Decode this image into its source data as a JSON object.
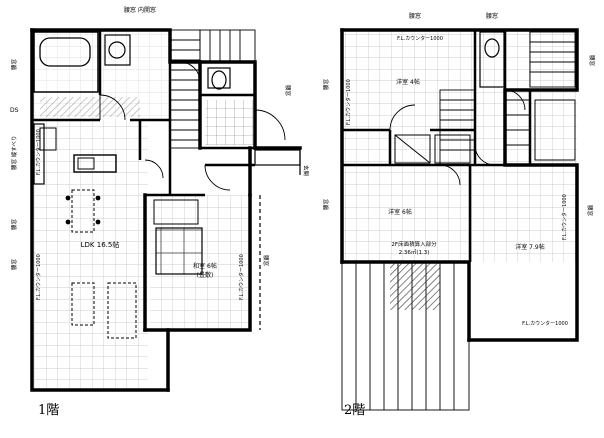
{
  "floor1": {
    "title": "1階",
    "rooms": {
      "ldk": "LDK 16.5帖",
      "washitsu": "和室 6帖",
      "washitsu_sub": "(畳敷)"
    },
    "notes": {
      "top_window": "腰窓 内開窓",
      "left_ds": "DS",
      "left_w1": "腰窓",
      "left_w2": "腰窓 縦すべり",
      "left_w3": "腰窓",
      "left_w4": "腰窓",
      "fl_1": "F.L.カウンター1000",
      "fl_2": "F.L.カウンター1000",
      "fl_3": "F.L.カウンター1000",
      "right_w1": "腰窓",
      "right_w2": "腰窓",
      "entrance": "玄関"
    }
  },
  "floor2": {
    "title": "2階",
    "rooms": {
      "room_top": "洋室 4帖",
      "room_mid": "洋室 6帖",
      "room_right": "洋室 7.9帖",
      "ceiling_note": "2F床面積算入部分",
      "ceiling_area": "2.36㎡(1.3)"
    },
    "notes": {
      "top_w1": "腰窓",
      "top_w2": "腰窓",
      "fl_top": "F.L.カウンター1000",
      "fl_left": "F.L.カウンター1000",
      "fl_right": "F.L.カウンター1000",
      "fl_bottom": "F.L.カウンター1000",
      "left_w1": "腰窓",
      "left_w2": "腰窓",
      "right_w1": "腰窓",
      "right_w2": "腰窓"
    }
  }
}
